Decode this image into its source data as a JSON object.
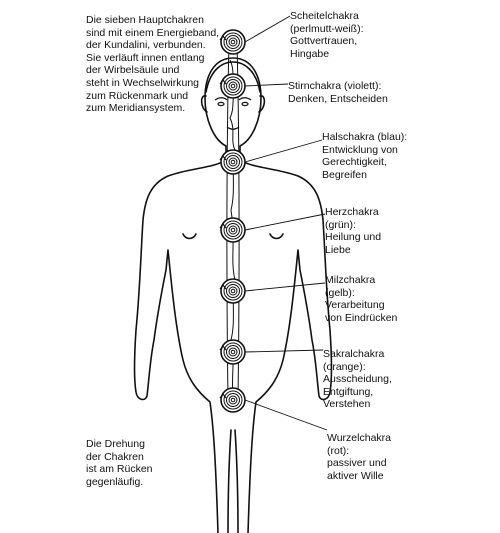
{
  "intro_text": "Die sieben Hauptchakren\nsind mit einem Energieband,\nder Kundalini, verbunden.\nSie verläuft innen entlang\nder Wirbelsäule und\nsteht in Wechselwirkung\nzum Rückenmark und\nzum Meridiansystem.",
  "rotation_note": "Die Drehung\nder Chakren\nist am Rücken\ngegenläufig.",
  "chakras": [
    {
      "id": "scheitel",
      "lines": [
        "Scheitelchakra",
        "(perlmutt-weiß):",
        "Gottvertrauen,",
        "Hingabe"
      ]
    },
    {
      "id": "stirn",
      "lines": [
        "Stirnchakra (violett):",
        "Denken, Entscheiden"
      ]
    },
    {
      "id": "hals",
      "lines": [
        "Halschakra (blau):",
        "Entwicklung von",
        "Gerechtigkeit,",
        "Begreifen"
      ]
    },
    {
      "id": "herz",
      "lines": [
        "Herzchakra",
        "(grün):",
        "Heilung und",
        "Liebe"
      ]
    },
    {
      "id": "milz",
      "lines": [
        "Milzchakra",
        "(gelb):",
        "Verarbeitung",
        "von Eindrücken"
      ]
    },
    {
      "id": "sakral",
      "lines": [
        "Sakralchakra",
        "(orange):",
        "Ausscheidung,",
        "Entgiftung,",
        "Verstehen"
      ]
    },
    {
      "id": "wurzel",
      "lines": [
        "Wurzelchakra",
        "(rot):",
        "passiver und",
        "aktiver Wille"
      ]
    }
  ]
}
